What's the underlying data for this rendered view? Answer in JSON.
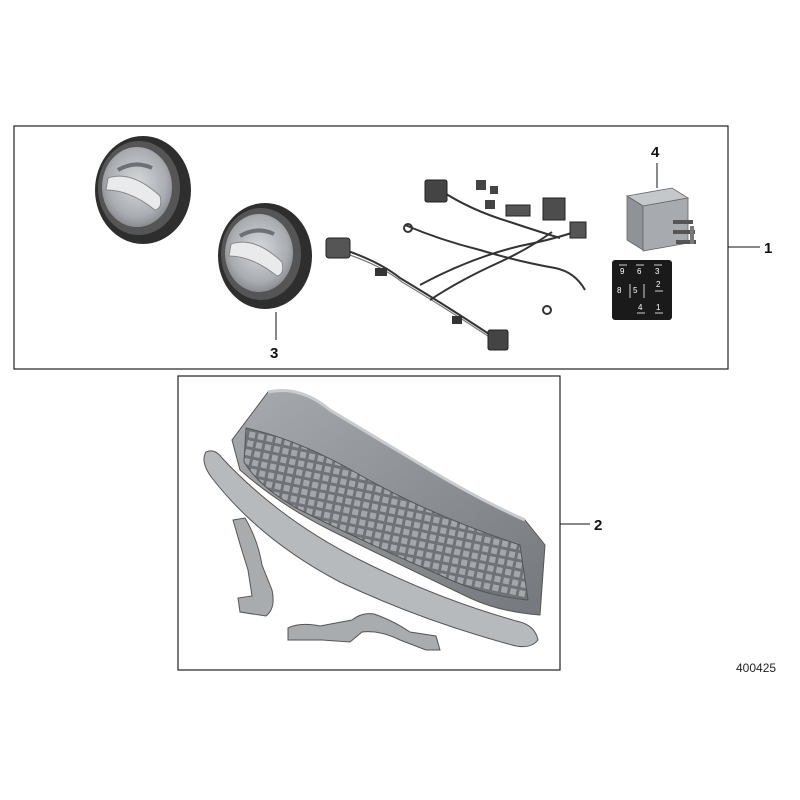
{
  "callouts": {
    "item_1": "1",
    "item_2": "2",
    "item_3": "3",
    "item_4": "4"
  },
  "relay_pins": [
    "9",
    "6",
    "3",
    "8",
    "5",
    "2",
    "4",
    "1"
  ],
  "diagram_number": "400425",
  "colors": {
    "frame": "#222222",
    "lamp_rim": "#3a3a3a",
    "lamp_lens": "#b9bcbf",
    "relay_body": "#9a9ea2",
    "relay_label": "#1a1a1a",
    "grille": "#8e9296"
  }
}
